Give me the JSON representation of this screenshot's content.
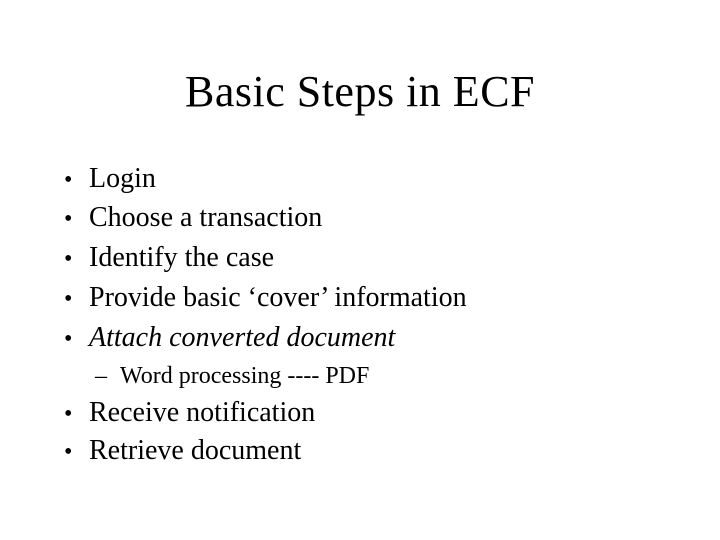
{
  "slide": {
    "title": "Basic Steps in ECF",
    "bullets": [
      {
        "marker": "•",
        "text": "Login",
        "level": 1,
        "style": "normal"
      },
      {
        "marker": "•",
        "text": "Choose a transaction",
        "level": 1,
        "style": "normal"
      },
      {
        "marker": "•",
        "text": "Identify the case",
        "level": 1,
        "style": "normal"
      },
      {
        "marker": "•",
        "text": "Provide basic ‘cover’ information",
        "level": 1,
        "style": "normal"
      },
      {
        "marker": "•",
        "text": "Attach converted document",
        "level": 1,
        "style": "italic"
      },
      {
        "marker": "–",
        "text": "Word processing ---- PDF",
        "level": 2,
        "style": "normal"
      },
      {
        "marker": "•",
        "text": "Receive notification",
        "level": 1,
        "style": "normal"
      },
      {
        "marker": "•",
        "text": "Retrieve document",
        "level": 1,
        "style": "normal"
      }
    ],
    "colors": {
      "background": "#ffffff",
      "text": "#000000"
    }
  }
}
